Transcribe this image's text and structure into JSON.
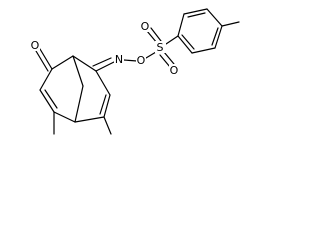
{
  "diagram": {
    "type": "chemical-structure",
    "atom_labels": {
      "ketone_oxygen": "O",
      "oxime_nitrogen": "N",
      "oxime_oxygen": "O",
      "sulfur": "S",
      "sulfonyl_oxygen_top": "O",
      "sulfonyl_oxygen_bottom": "O"
    }
  }
}
